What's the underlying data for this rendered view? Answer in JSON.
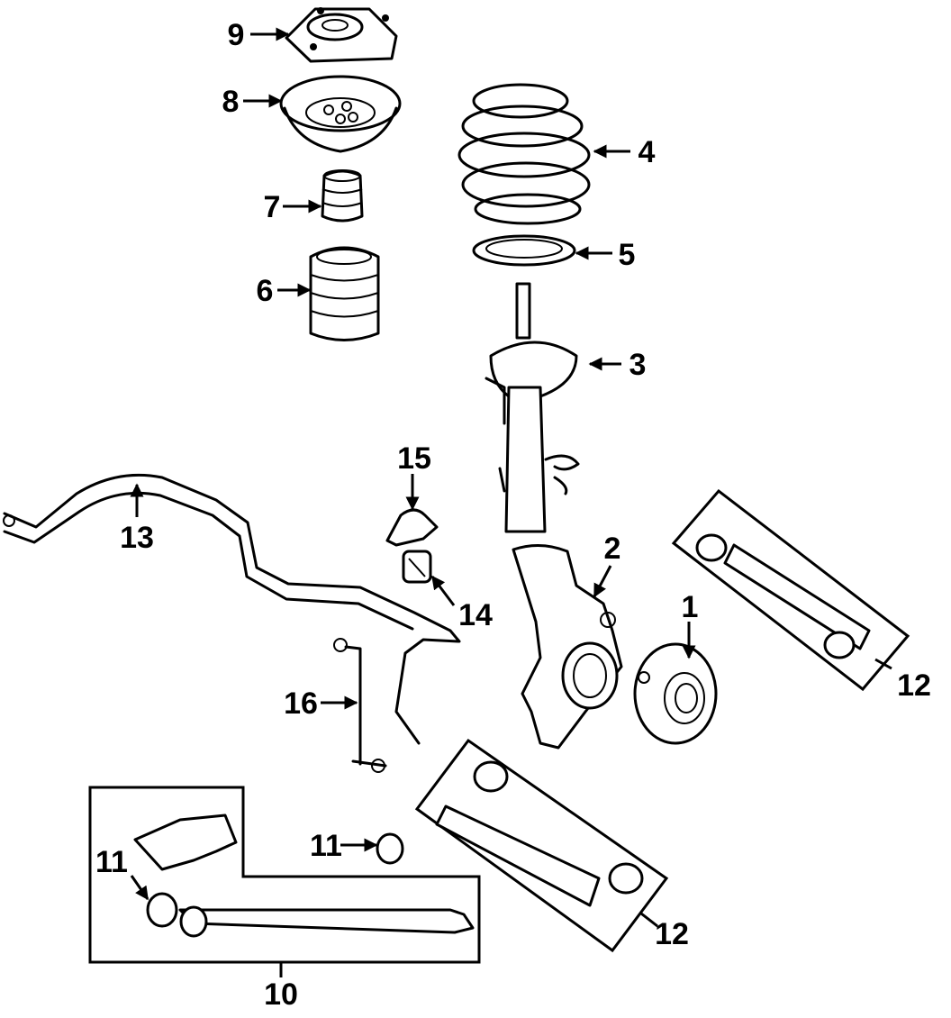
{
  "callouts": {
    "c1": "1",
    "c2": "2",
    "c3": "3",
    "c4": "4",
    "c5": "5",
    "c6": "6",
    "c7": "7",
    "c8": "8",
    "c9": "9",
    "c10": "10",
    "c11a": "11",
    "c11b": "11",
    "c12a": "12",
    "c12b": "12",
    "c13": "13",
    "c14": "14",
    "c15": "15",
    "c16": "16"
  },
  "colors": {
    "ink": "#000000",
    "paper": "#ffffff"
  }
}
